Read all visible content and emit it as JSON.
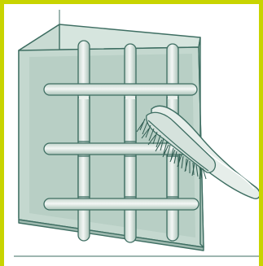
{
  "figure": {
    "subject": "rebar-cleaning-with-wire-brush",
    "colors": {
      "frame_border": "#c8d400",
      "concrete_light": "#d9e7e1",
      "concrete_face": "#c4d8cf",
      "concrete_side": "#b3cbc0",
      "outline": "#3e6e62",
      "rod_fill": "#e7efeb",
      "rod_shade": "#b9cdc5",
      "brush_fill": "#e6eeea",
      "bristles": "#2d5a4f",
      "background": "#ffffff"
    },
    "icons": [
      "concrete-block",
      "rebar-grid",
      "wire-brush"
    ]
  }
}
